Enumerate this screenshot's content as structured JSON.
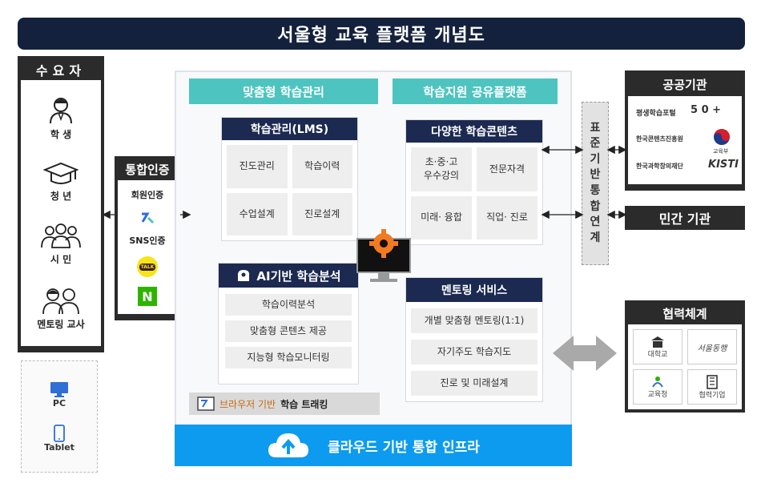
{
  "title": "서울형 교육 플랫폼 개념도",
  "users": {
    "head": "수요자",
    "items": [
      {
        "label": "학 생",
        "icon": "student-icon"
      },
      {
        "label": "청 년",
        "icon": "graduation-cap-icon"
      },
      {
        "label": "시 민",
        "icon": "citizens-group-icon"
      },
      {
        "label": "멘토링 교사",
        "icon": "teacher-icon"
      }
    ]
  },
  "devices": [
    {
      "label": "PC",
      "icon": "monitor-icon"
    },
    {
      "label": "Tablet",
      "icon": "tablet-icon"
    }
  ],
  "auth": {
    "head": "통합인증",
    "member": "회원인증",
    "sns": "SNS인증",
    "talk": "TALK",
    "naver": "N"
  },
  "left_column": {
    "head": "맞춤형 학습관리",
    "lms": {
      "title": "학습관리(LMS)",
      "cells": [
        "진도관리",
        "학습이력",
        "수업설계",
        "진로설계"
      ]
    },
    "ai": {
      "title": "AI기반 학습분석",
      "items": [
        "학습이력분석",
        "맞춤형 콘텐츠 제공",
        "지능형 학습모니터링"
      ]
    },
    "tracking": {
      "prefix": "브라우저 기반",
      "suffix": "학습 트래킹"
    }
  },
  "right_column": {
    "head": "학습지원 공유플랫폼",
    "contents": {
      "title": "다양한 학습콘텐츠",
      "cells": [
        "초·중·고\n우수강의",
        "전문자격",
        "미래· 융합",
        "직업· 진로"
      ]
    },
    "mentoring": {
      "title": "멘토링 서비스",
      "items": [
        "개별 맞춤형 멘토링(1:1)",
        "자기주도 학습지도",
        "진로 및 미래설계"
      ]
    }
  },
  "cloud": "클라우드 기반 통합 인프라",
  "standard": [
    "표",
    "준",
    "기",
    "반",
    "통",
    "합",
    "연",
    "계"
  ],
  "public": {
    "head": "공공기관",
    "orgs": [
      "평생학습포털",
      "5 0 +",
      "한국콘텐츠진흥원",
      "교육부",
      "한국과학창의재단",
      "KISTI"
    ]
  },
  "private": "민간 기관",
  "coop": {
    "head": "협력체계",
    "items": [
      "대학교",
      "서울동행",
      "교육청",
      "협력기업"
    ]
  }
}
